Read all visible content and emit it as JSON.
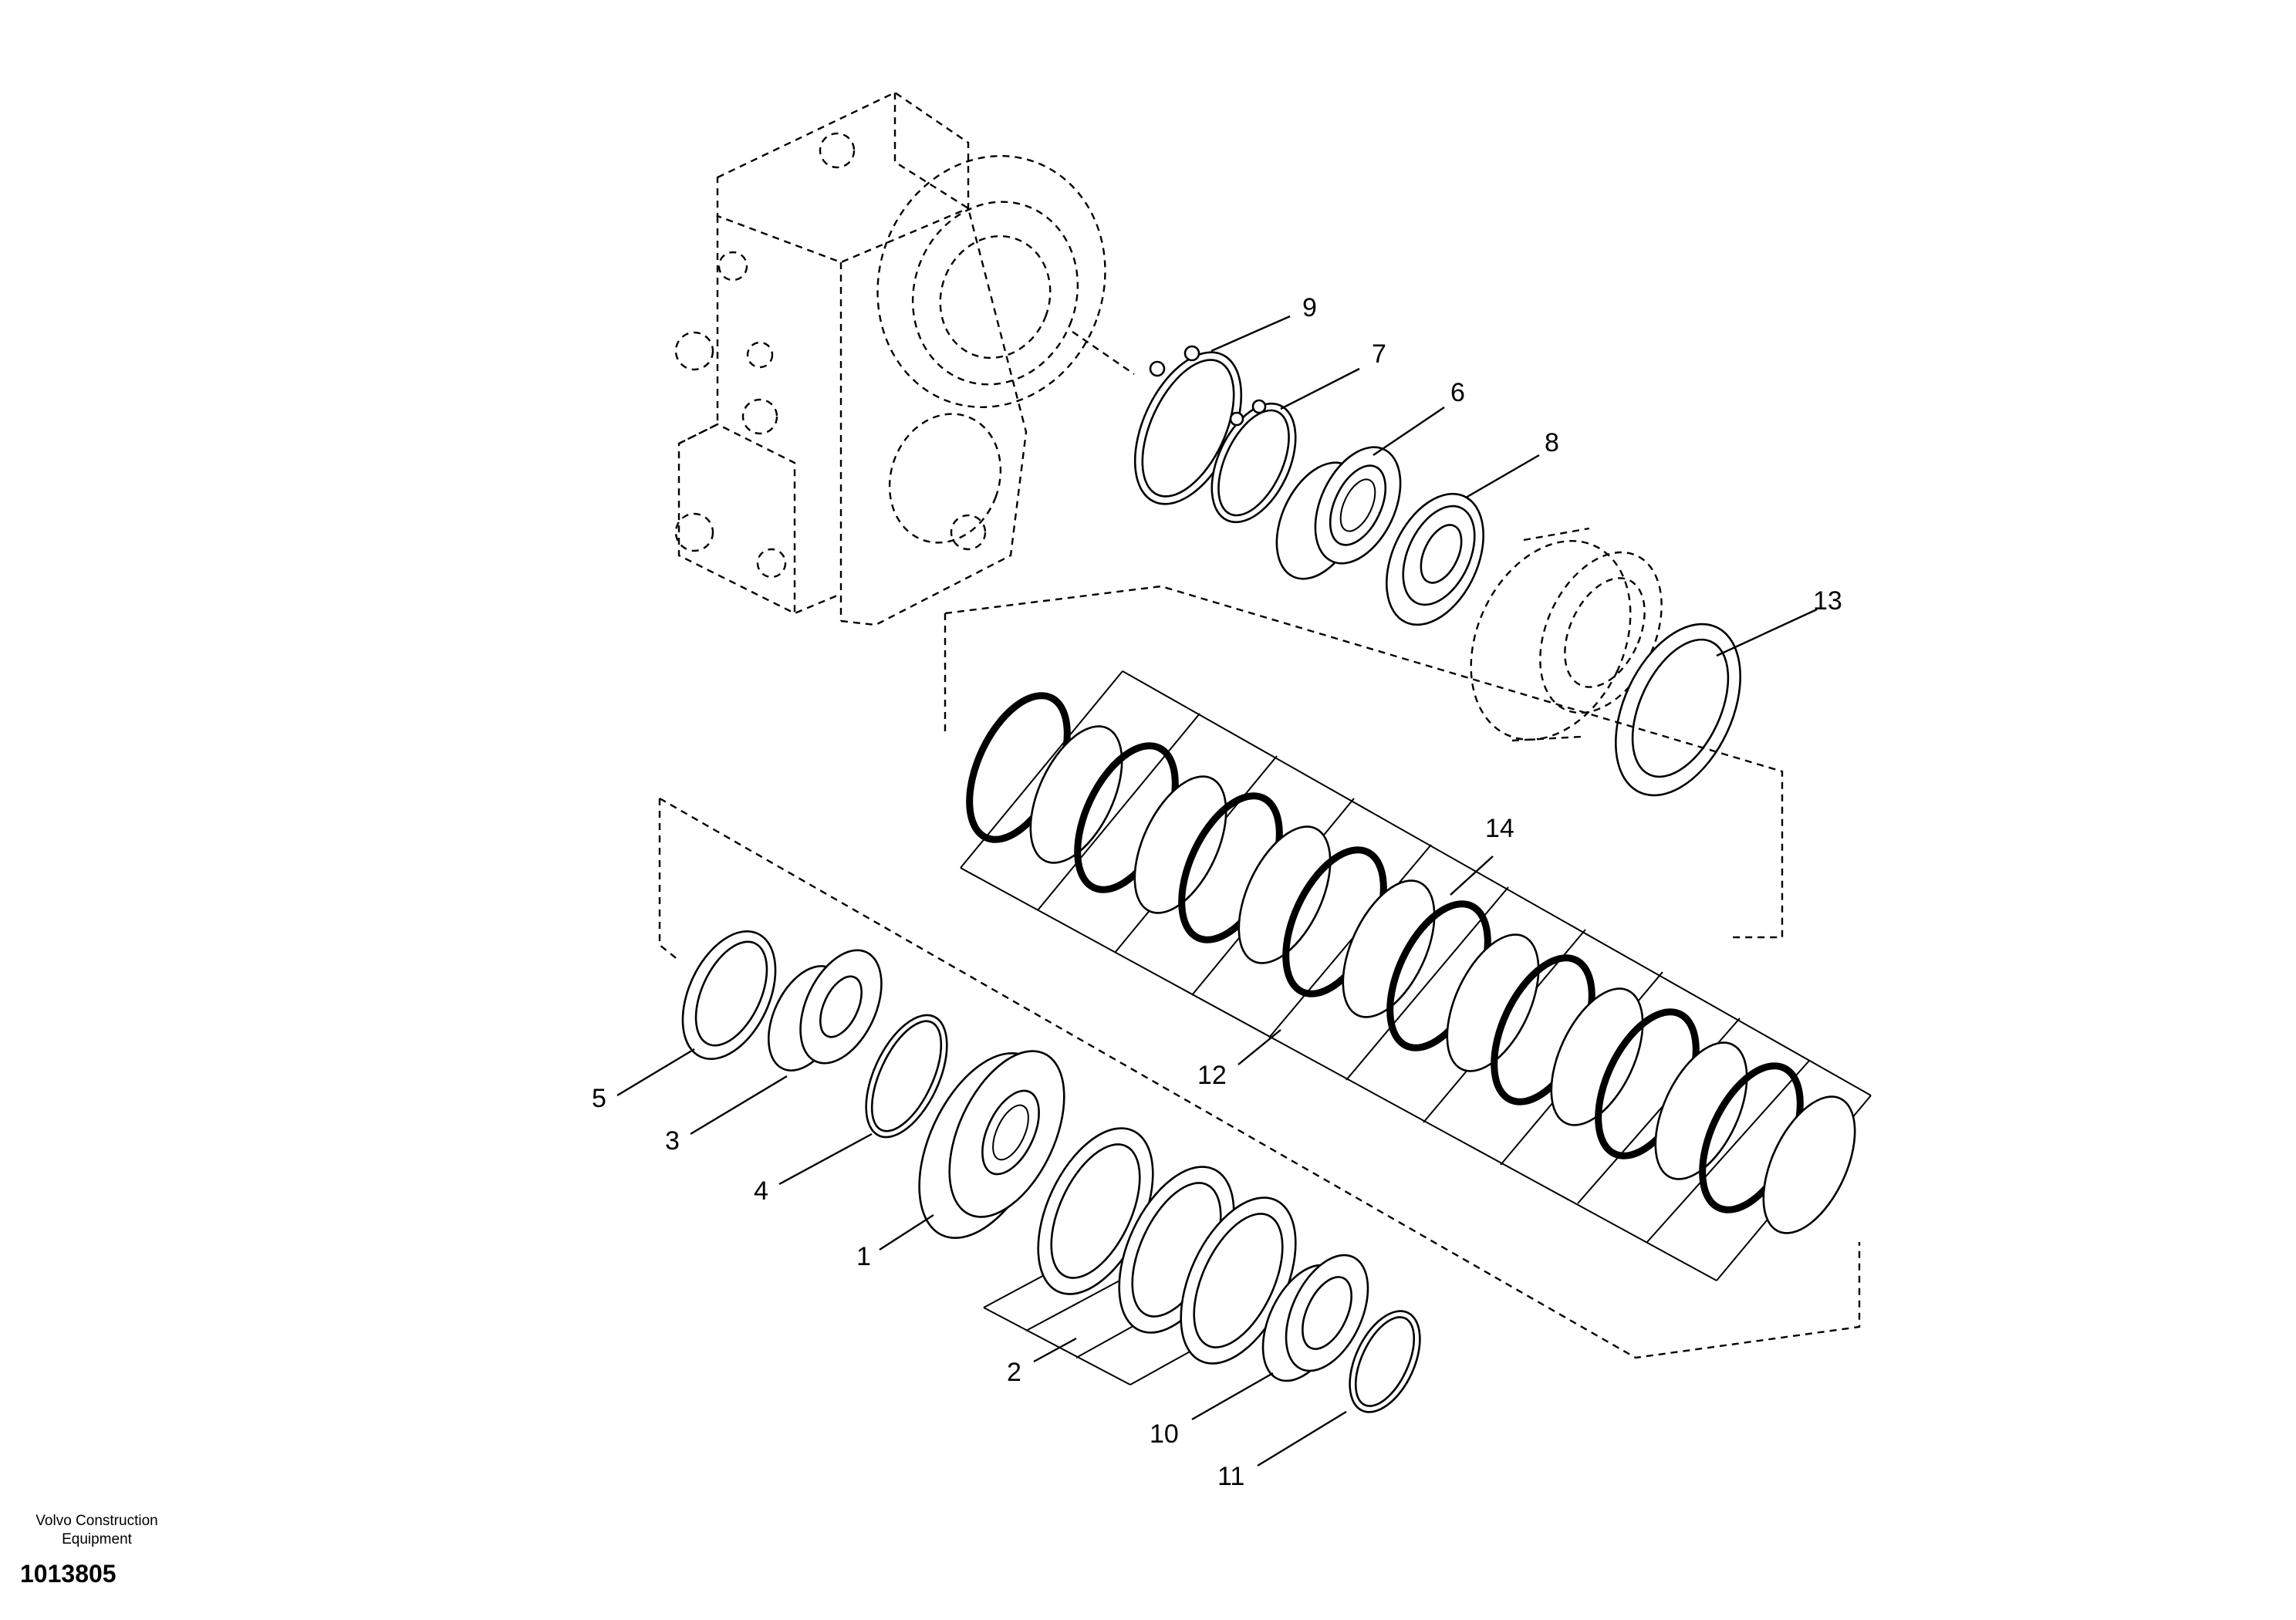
{
  "footer": {
    "company": "Volvo Construction Equipment",
    "illustration_id": "1013805"
  },
  "callouts": {
    "c1": "1",
    "c2": "2",
    "c3": "3",
    "c4": "4",
    "c5": "5",
    "c6": "6",
    "c7": "7",
    "c8": "8",
    "c9": "9",
    "c10": "10",
    "c11": "11",
    "c12": "12",
    "c13": "13",
    "c14": "14"
  }
}
